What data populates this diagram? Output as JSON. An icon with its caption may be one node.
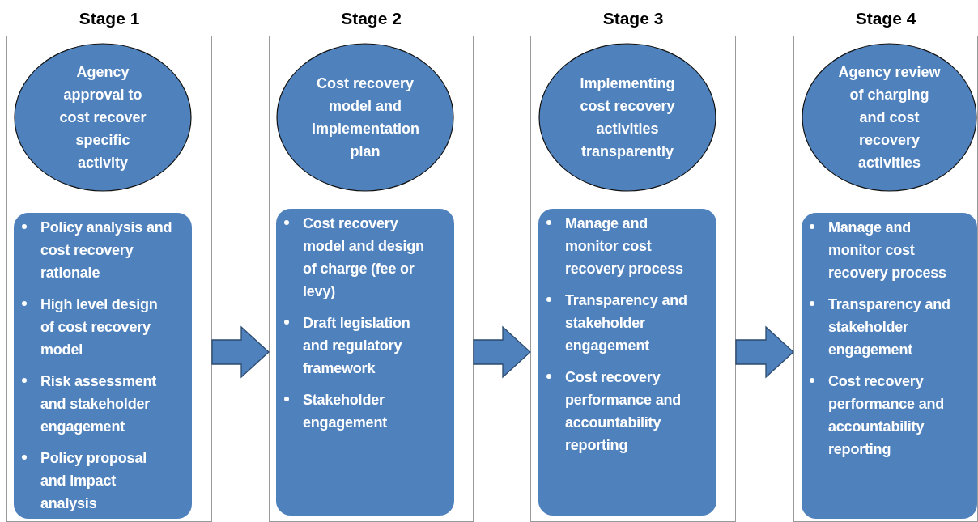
{
  "diagram": {
    "nodes": [
      {
        "text": [
          "Stage 1"
        ]
      },
      {
        "text": [
          "Agency approval to cost recover specific activity"
        ],
        "in": 0
      },
      {
        "text": [
          "Policy analysis and cost recovery rationale",
          "High level design of cost recovery model",
          "Risk assessment and stakeholder engagement",
          "Policy proposal and impact analysis"
        ],
        "in": 0
      },
      {
        "text": [
          "Stage 2"
        ]
      },
      {
        "text": [
          "Cost recovery model and implementation plan"
        ],
        "in": 3
      },
      {
        "text": [
          "Cost recovery model and design of charge (fee or levy)",
          "Draft legislation and regulatory framework",
          "Stakeholder engagement"
        ],
        "in": 3
      },
      {
        "text": [
          "Stage 3"
        ]
      },
      {
        "text": [
          "Implementing cost recovery activities transparently"
        ],
        "in": 6
      },
      {
        "text": [
          "Manage and monitor cost recovery process",
          "Transparency and stakeholder engagement",
          "Cost recovery performance and accountability reporting"
        ],
        "in": 6
      },
      {
        "text": [
          "Stage 4"
        ]
      },
      {
        "text": [
          "Agency review of charging and cost recovery activities"
        ],
        "in": 9
      },
      {
        "text": [
          "Manage and monitor cost recovery process",
          "Transparency and stakeholder engagement",
          "Cost recovery performance and accountability reporting"
        ],
        "in": 9
      }
    ],
    "edges": [
      {
        "from": 0,
        "to": 3,
        "arrow": "to",
        "style": "thick"
      },
      {
        "from": 3,
        "to": 6,
        "arrow": "to",
        "style": "thick"
      },
      {
        "from": 6,
        "to": 9,
        "arrow": "to",
        "style": "thick"
      }
    ]
  }
}
